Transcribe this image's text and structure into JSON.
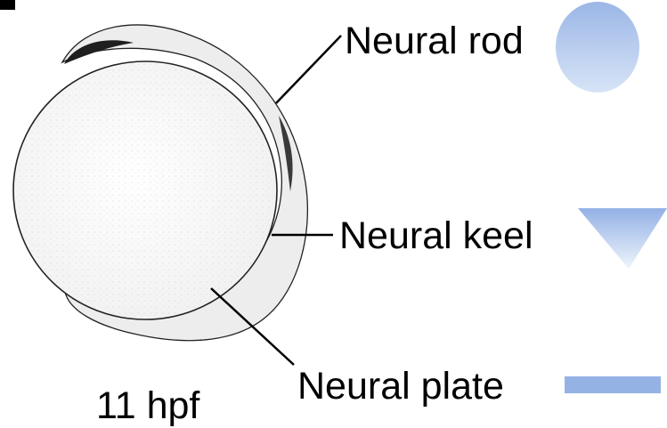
{
  "labels": {
    "neural_rod": "Neural rod",
    "neural_keel": "Neural keel",
    "neural_plate": "Neural plate",
    "stage": "11 hpf"
  },
  "colors": {
    "shape_fill": "#9bb7e6",
    "shape_fill_light": "#e8f0fb",
    "line": "#000000",
    "embryo_fill": "#fbfbfb",
    "embryo_outline": "#222222"
  },
  "icons": {
    "neural_rod": "oval-shape",
    "neural_keel": "downward-triangle-shape",
    "neural_plate": "flat-bar-shape"
  }
}
